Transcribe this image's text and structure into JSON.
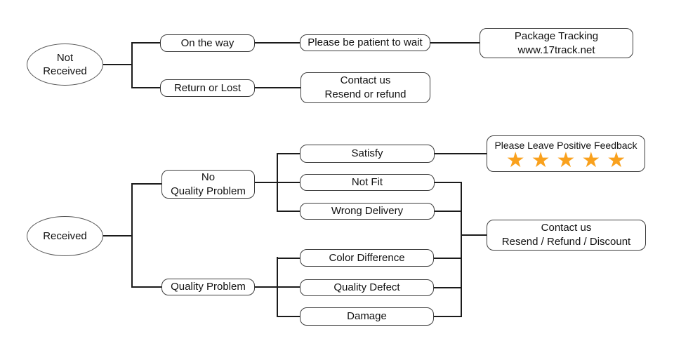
{
  "diagram": {
    "type": "flowchart",
    "colors": {
      "line": "#1b1b1b",
      "node_border": "#3d3d3d",
      "star": "#F9A11D",
      "background": "#ffffff"
    },
    "not_received_branch": {
      "root": "Not Received",
      "on_the_way": "On the way",
      "be_patient": "Please be patient to wait",
      "tracking_line1": "Package Tracking",
      "tracking_line2": "www.17track.net",
      "return_or_lost": "Return or Lost",
      "contact_line1": "Contact us",
      "contact_line2": "Resend or refund"
    },
    "received_branch": {
      "root": "Received",
      "no_quality_problem_line1": "No",
      "no_quality_problem_line2": "Quality Problem",
      "quality_problem": "Quality Problem",
      "satisfy": "Satisfy",
      "not_fit": "Not Fit",
      "wrong_delivery": "Wrong Delivery",
      "color_difference": "Color Difference",
      "quality_defect": "Quality Defect",
      "damage": "Damage",
      "feedback_title": "Please Leave Positive Feedback",
      "feedback_stars": "★★★★★",
      "feedback_star_count": "5",
      "contact_line1": "Contact us",
      "contact_line2": "Resend / Refund / Discount"
    }
  }
}
